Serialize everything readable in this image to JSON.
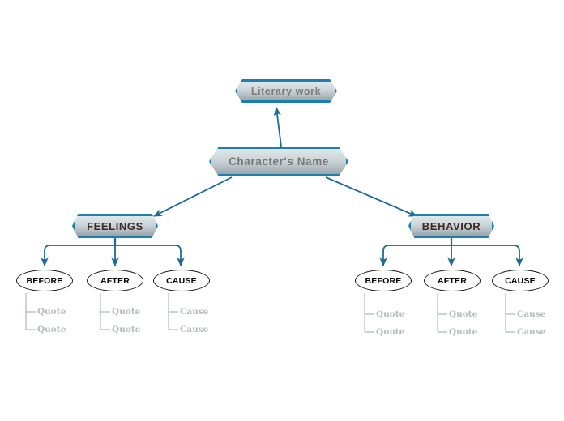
{
  "diagram": {
    "title_node": {
      "label": "Literary work"
    },
    "root_node": {
      "label": "Character's Name"
    },
    "colors": {
      "node_border": "#1b7fb0",
      "connector": "#1b6b96",
      "leaf_connector": "#b4c6d4",
      "leaf_text": "#b4bcc0",
      "branch_text": "#3b2a22",
      "root_text": "#777777",
      "background": "#ffffff"
    },
    "branches": [
      {
        "label": "FEELINGS",
        "children": [
          {
            "label": "BEFORE",
            "leaves": [
              "Quote",
              "Quote"
            ]
          },
          {
            "label": "AFTER",
            "leaves": [
              "Quote",
              "Quote"
            ]
          },
          {
            "label": "CAUSE",
            "leaves": [
              "Cause",
              "Cause"
            ]
          }
        ]
      },
      {
        "label": "BEHAVIOR",
        "children": [
          {
            "label": "BEFORE",
            "leaves": [
              "Quote",
              "Quote"
            ]
          },
          {
            "label": "AFTER",
            "leaves": [
              "Quote",
              "Quote"
            ]
          },
          {
            "label": "CAUSE",
            "leaves": [
              "Cause",
              "Cause"
            ]
          }
        ]
      }
    ]
  }
}
